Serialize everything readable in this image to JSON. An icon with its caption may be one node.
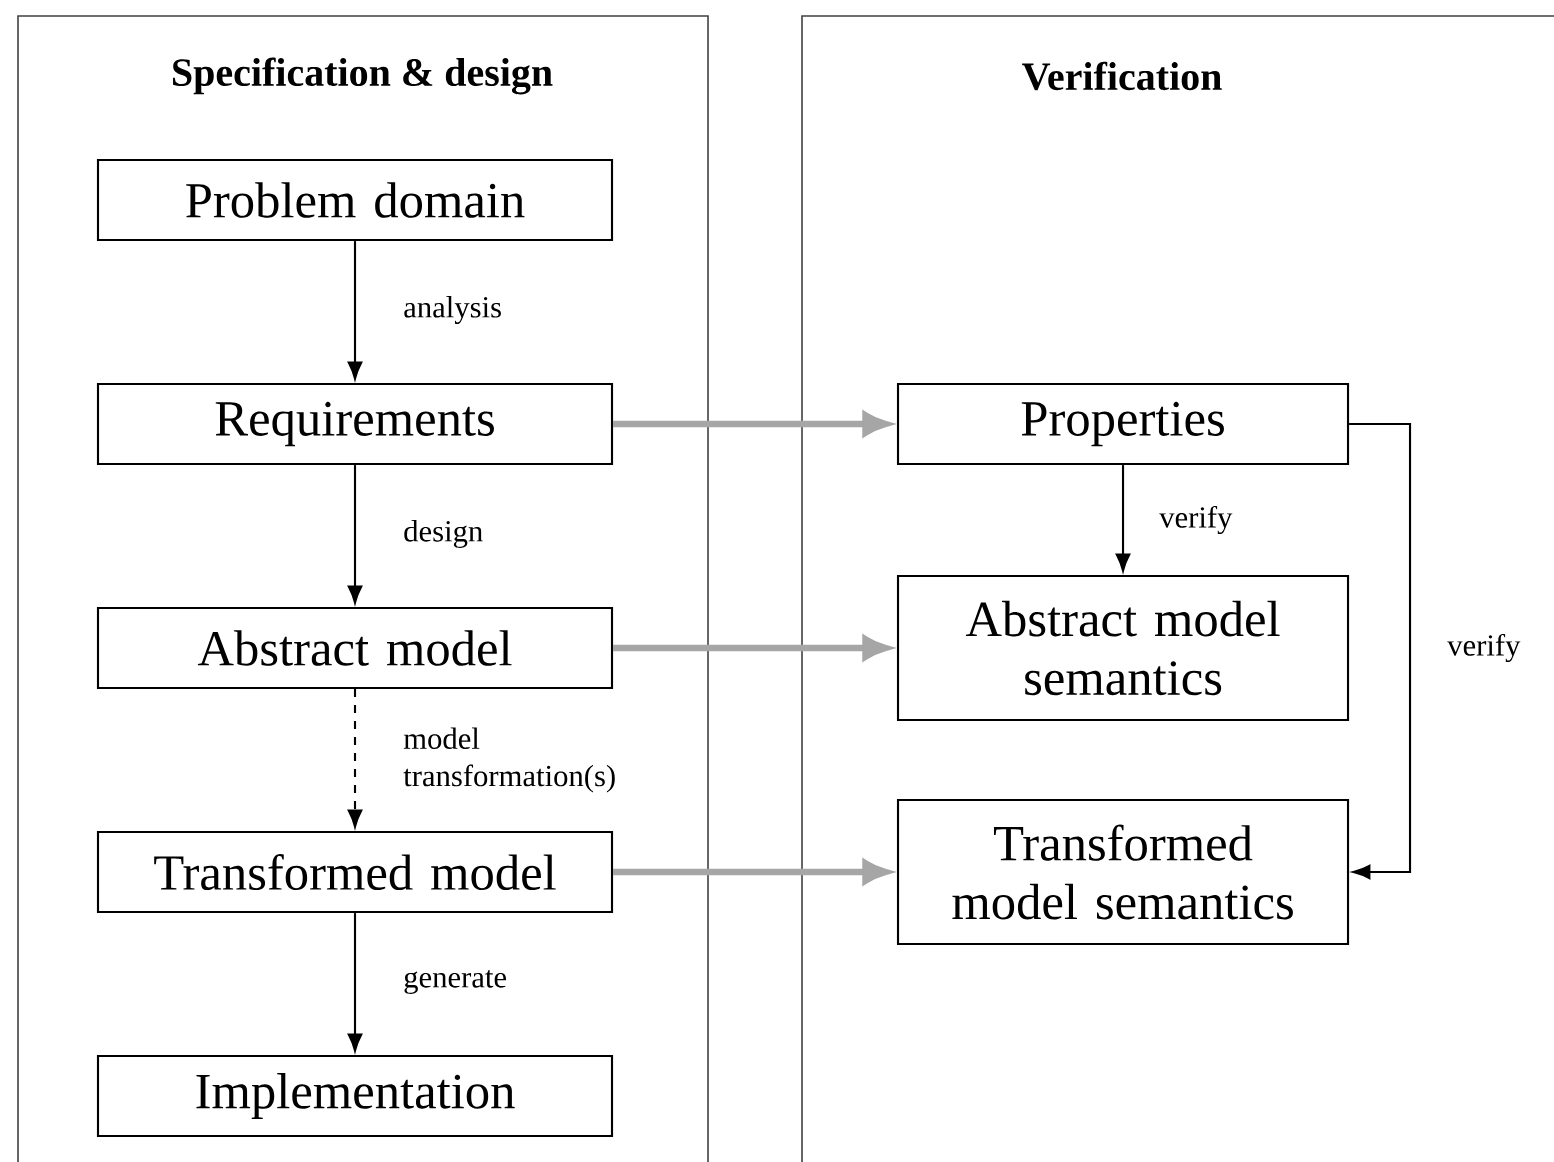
{
  "diagram": {
    "nodes": [
      {
        "text": [
          "Specification & design"
        ]
      },
      {
        "text": [
          "Problem domain"
        ],
        "in": 0
      },
      {
        "text": [
          "Requirements"
        ],
        "in": 0
      },
      {
        "text": [
          "Abstract model"
        ],
        "in": 0
      },
      {
        "text": [
          "Transformed model"
        ],
        "in": 0
      },
      {
        "text": [
          "Implementation"
        ],
        "in": 0
      },
      {
        "text": [
          "Verification"
        ]
      },
      {
        "text": [
          "Properties"
        ],
        "in": 6
      },
      {
        "text": [
          "Abstract model semantics"
        ],
        "in": 6
      },
      {
        "text": [
          "Transformed model semantics"
        ],
        "in": 6
      }
    ],
    "edges": [
      {
        "from": 1,
        "to": 2,
        "arrow": "to",
        "label": "analysis"
      },
      {
        "from": 2,
        "to": 3,
        "arrow": "to",
        "label": "design"
      },
      {
        "from": 3,
        "to": 4,
        "arrow": "to",
        "label": "model transformation(s)",
        "style": "dashed"
      },
      {
        "from": 4,
        "to": 5,
        "arrow": "to",
        "label": "generate"
      },
      {
        "from": 2,
        "to": 7,
        "arrow": "to",
        "style": "thick",
        "color": "#a6a6a6"
      },
      {
        "from": 3,
        "to": 8,
        "arrow": "to",
        "style": "thick",
        "color": "#a6a6a6"
      },
      {
        "from": 4,
        "to": 9,
        "arrow": "to",
        "style": "thick",
        "color": "#a6a6a6"
      },
      {
        "from": 7,
        "to": 8,
        "arrow": "to",
        "label": "verify"
      },
      {
        "from": 7,
        "to": 9,
        "arrow": "to",
        "label": "verify"
      }
    ]
  }
}
